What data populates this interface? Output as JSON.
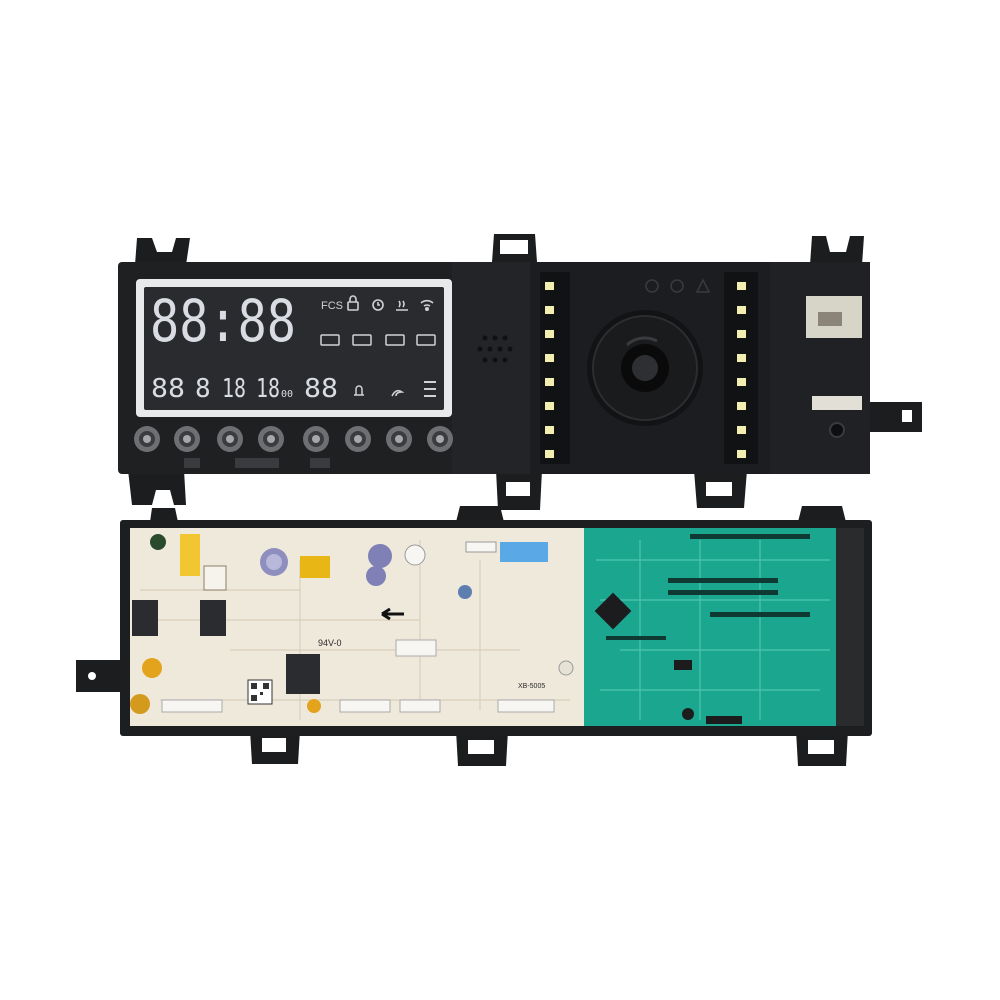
{
  "display": {
    "main_digits": "88:88",
    "sub_digits": [
      "88",
      "8",
      "18",
      "18",
      "88"
    ],
    "sub_unit": "00",
    "fcs_label": "FCS"
  },
  "pcb": {
    "rating_mark": "94V-0",
    "board_code": "XB-5005"
  },
  "colors": {
    "housing": "#1f2022",
    "display_bg": "#2a2b2e",
    "display_frame": "#e8e9ea",
    "segment": "#d9dde3",
    "pcb_beige": "#efe9dc",
    "pcb_green": "#1aa68f",
    "led": "#f2efb0"
  },
  "icons": [
    "lock-icon",
    "timer-icon",
    "steam-icon",
    "wifi-icon",
    "door-icon",
    "bell-icon",
    "heat-icon",
    "level-icon"
  ]
}
